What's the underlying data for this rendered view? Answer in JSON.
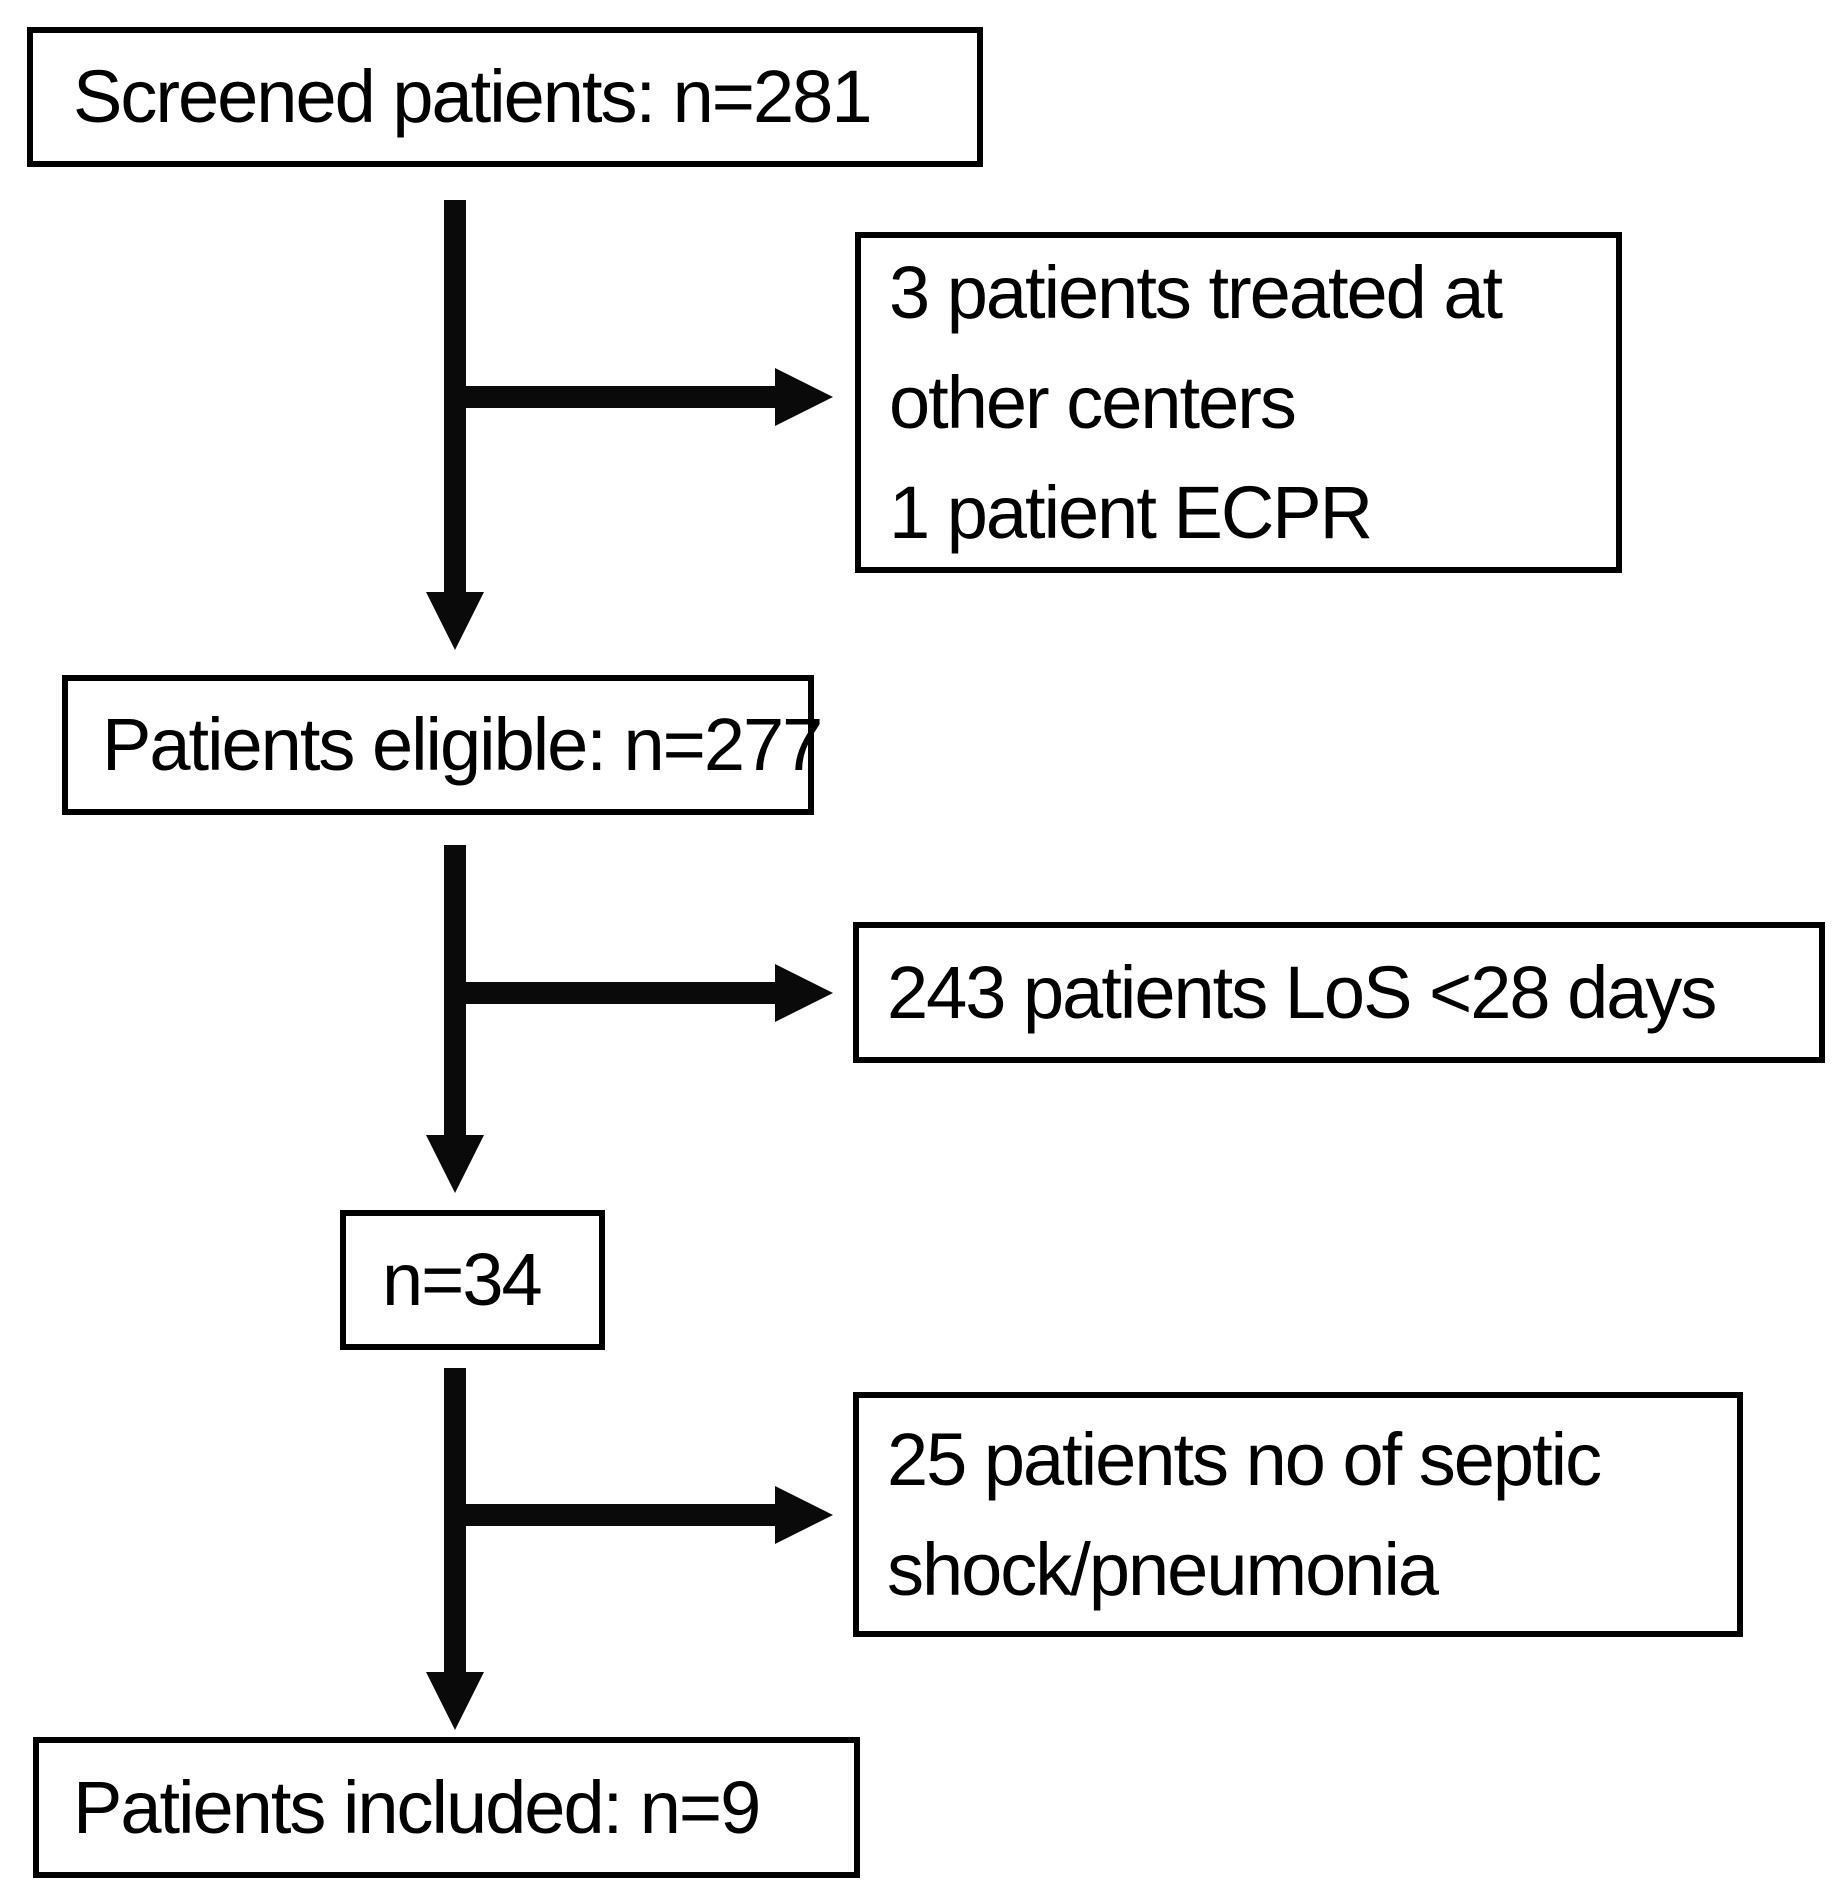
{
  "flowchart": {
    "type": "patient-screening-flow",
    "boxes": {
      "screened": {
        "label": "Screened patients: n=281"
      },
      "excluded_top": {
        "lines": [
          "3 patients treated at",
          "other centers",
          "1 patient ECPR"
        ]
      },
      "eligible": {
        "label": "Patients eligible: n=277"
      },
      "excluded_los": {
        "label": "243 patients LoS <28 days"
      },
      "n34": {
        "label": "n=34"
      },
      "excluded_septic": {
        "lines": [
          "25 patients no of septic",
          "shock/pneumonia"
        ]
      },
      "included": {
        "label": "Patients included: n=9"
      }
    },
    "edges": [
      {
        "from": "screened",
        "to": "eligible",
        "branch_to": "excluded_top"
      },
      {
        "from": "eligible",
        "to": "n34",
        "branch_to": "excluded_los"
      },
      {
        "from": "n34",
        "to": "included",
        "branch_to": "excluded_septic"
      }
    ],
    "colors": {
      "border": "#000000",
      "background": "#ffffff",
      "arrow": "#0a0a0a",
      "text": "#000000"
    }
  }
}
